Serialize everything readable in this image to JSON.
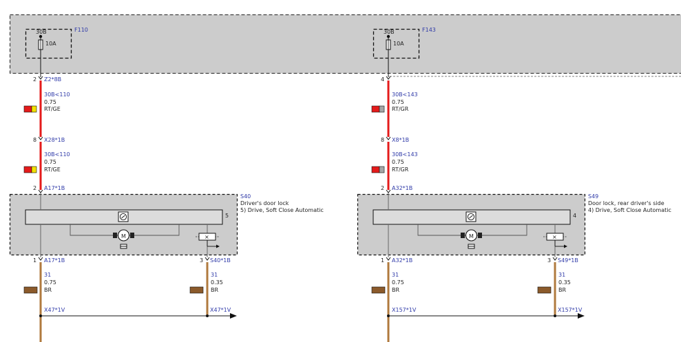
{
  "colors": {
    "panel_fill": "#cccccc",
    "wire_red": "#e41b1b",
    "wire_brown": "#b07a3e",
    "label_blue": "#2f3aa8",
    "label_dark": "#222222",
    "swatch_yellow": "#f2e000",
    "swatch_grey": "#a6a6a6",
    "swatch_brown": "#8b5a2b"
  },
  "circuits": [
    {
      "fuse": {
        "id": "F110",
        "terminal": "30B",
        "rating": "10A"
      },
      "fuse_connector": {
        "pin": "2",
        "name": "Z2*8B"
      },
      "wire1": {
        "signal": "30B<110",
        "gauge": "0.75",
        "color_code": "RT/GE"
      },
      "mid_connector": {
        "pin": "8",
        "name": "X28*1B"
      },
      "wire2": {
        "signal": "30B<110",
        "gauge": "0.75",
        "color_code": "RT/GE"
      },
      "input_connector": {
        "pin": "2",
        "name": "A17*1B"
      },
      "component": {
        "id": "S40",
        "name": "Driver's door lock",
        "note": "5)    Drive, Soft Close Automatic",
        "pin": "5",
        "icon": "motor-icon"
      },
      "ground_left": {
        "pin": "1",
        "name": "A17*1B",
        "signal": "31",
        "gauge": "0.75",
        "color_code": "BR"
      },
      "ground_right": {
        "pin": "3",
        "name": "S40*1B",
        "signal": "31",
        "gauge": "0.35",
        "color_code": "BR"
      },
      "ground_splice": {
        "name": "X47*1V"
      },
      "ground_arrow": {
        "name": "X47*1V"
      }
    },
    {
      "fuse": {
        "id": "F143",
        "terminal": "30B",
        "rating": "10A"
      },
      "fuse_connector": {
        "pin": "4",
        "name": ""
      },
      "wire1": {
        "signal": "30B<143",
        "gauge": "0.75",
        "color_code": "RT/GR"
      },
      "mid_connector": {
        "pin": "8",
        "name": "X8*1B"
      },
      "wire2": {
        "signal": "30B<143",
        "gauge": "0.75",
        "color_code": "RT/GR"
      },
      "input_connector": {
        "pin": "2",
        "name": "A32*1B"
      },
      "component": {
        "id": "S49",
        "name": "Door lock, rear driver's side",
        "note": "4)    Drive, Soft Close Automatic",
        "pin": "4",
        "icon": "motor-icon"
      },
      "ground_left": {
        "pin": "1",
        "name": "A32*1B",
        "signal": "31",
        "gauge": "0.75",
        "color_code": "BR"
      },
      "ground_right": {
        "pin": "3",
        "name": "S49*1B",
        "signal": "31",
        "gauge": "0.35",
        "color_code": "BR"
      },
      "ground_splice": {
        "name": "X157*1V"
      },
      "ground_arrow": {
        "name": "X157*1V"
      }
    }
  ]
}
